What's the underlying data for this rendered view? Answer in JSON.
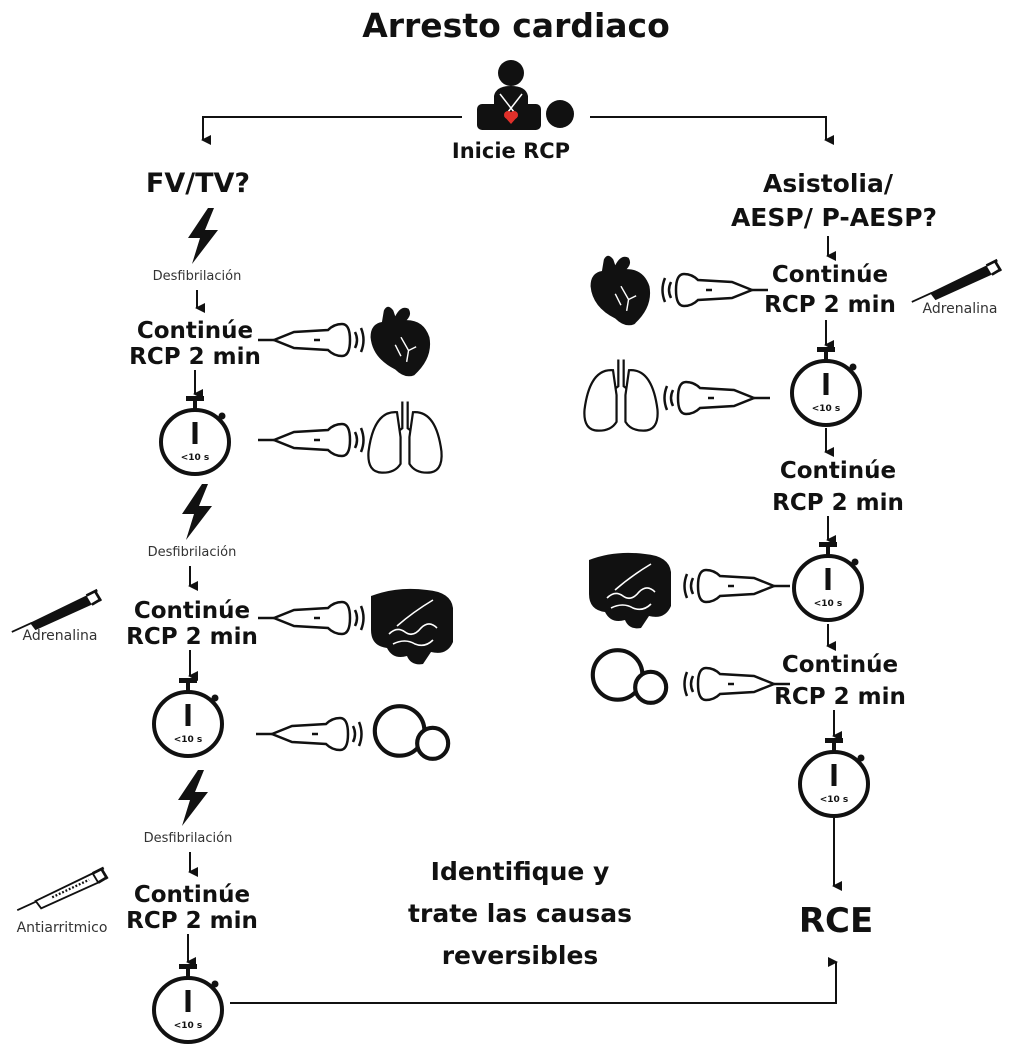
{
  "title": "Arresto cardiaco",
  "start": {
    "label": "Inicie RCP",
    "icon": "cpr-icon"
  },
  "colors": {
    "ink": "#111111",
    "heart": "#e0302a",
    "background": "#ffffff"
  },
  "left_branch": {
    "question": "FV/TV?",
    "defib_label": "Desfibrilación",
    "step_line1": "Continúe",
    "step_line2": "RCP 2 min",
    "timer_label": "<10 s",
    "drugs": {
      "adrenalina": "Adrenalina",
      "antiarritmico": "Antiarritmico"
    },
    "ultrasound_targets": [
      "heart",
      "lungs",
      "abdomen",
      "bladder-circles"
    ]
  },
  "right_branch": {
    "question_line1": "Asistolia/",
    "question_line2": "AESP/ P-AESP?",
    "step_line1": "Continúe",
    "step_line2": "RCP 2 min",
    "timer_label": "<10 s",
    "drugs": {
      "adrenalina": "Adrenalina"
    },
    "ultrasound_targets": [
      "heart",
      "lungs",
      "abdomen",
      "bladder-circles"
    ]
  },
  "center_note": {
    "line1": "Identifique y",
    "line2": "trate las causas",
    "line3": "reversibles"
  },
  "outcome": "RCE"
}
